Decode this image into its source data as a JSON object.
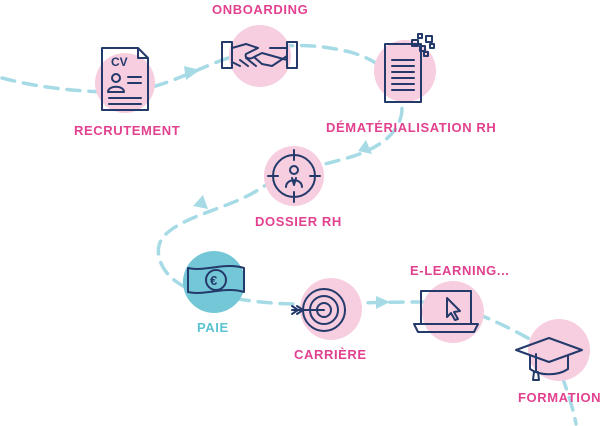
{
  "colors": {
    "path": "#a6dbe6",
    "circle_pink": "#f7cde0",
    "circle_teal": "#74c7d6",
    "icon_navy": "#233a6b",
    "label_pink": "#e2418f",
    "label_teal": "#5cc3d3"
  },
  "steps": [
    {
      "id": "recrutement",
      "label": "RECRUTEMENT",
      "icon": "cv-document-icon"
    },
    {
      "id": "onboarding",
      "label": "ONBOARDING",
      "icon": "handshake-icon"
    },
    {
      "id": "dematerialisation",
      "label": "DÉMATÉRIALISATION RH",
      "icon": "digital-document-icon"
    },
    {
      "id": "dossier",
      "label": "DOSSIER RH",
      "icon": "target-person-icon"
    },
    {
      "id": "paie",
      "label": "PAIE",
      "icon": "euro-banknote-icon"
    },
    {
      "id": "carriere",
      "label": "CARRIÈRE",
      "icon": "target-arrow-icon"
    },
    {
      "id": "elearning",
      "label": "E-LEARNING...",
      "icon": "laptop-cursor-icon"
    },
    {
      "id": "formation",
      "label": "FORMATION",
      "icon": "graduation-cap-icon"
    }
  ],
  "cv_text": "CV",
  "euro_symbol": "€"
}
